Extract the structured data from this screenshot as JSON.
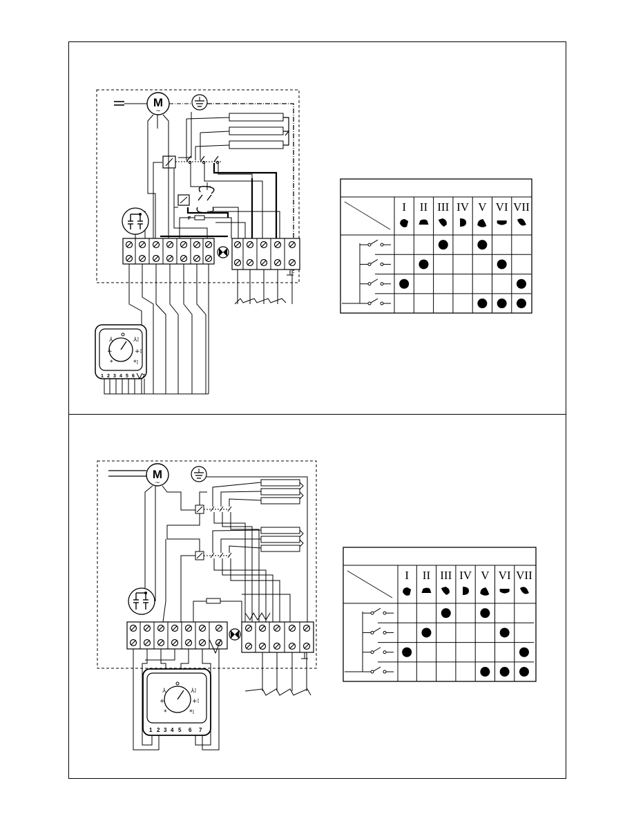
{
  "diagram_1": {
    "motor_label": "M",
    "motor_symbol": "~",
    "fuse_label": "F",
    "selector_terminals": [
      "1",
      "2",
      "3",
      "4",
      "5",
      "6",
      "7"
    ],
    "table": {
      "columns": [
        "I",
        "II",
        "III",
        "IV",
        "V",
        "VI",
        "VII"
      ],
      "rows": [
        [
          false,
          false,
          true,
          false,
          true,
          false,
          false
        ],
        [
          false,
          true,
          false,
          false,
          false,
          true,
          false
        ],
        [
          true,
          false,
          false,
          false,
          false,
          false,
          true
        ],
        [
          false,
          false,
          false,
          false,
          true,
          true,
          true
        ]
      ]
    }
  },
  "diagram_2": {
    "motor_label": "M",
    "motor_symbol": "~",
    "selector_terminals": [
      "1",
      "2",
      "3",
      "4",
      "5",
      "6",
      "7"
    ],
    "table": {
      "columns": [
        "I",
        "II",
        "III",
        "IV",
        "V",
        "VI",
        "VII"
      ],
      "rows": [
        [
          false,
          false,
          true,
          false,
          true,
          false,
          false
        ],
        [
          false,
          true,
          false,
          false,
          false,
          true,
          false
        ],
        [
          true,
          false,
          false,
          false,
          false,
          false,
          true
        ],
        [
          false,
          false,
          false,
          false,
          true,
          true,
          true
        ]
      ]
    }
  }
}
